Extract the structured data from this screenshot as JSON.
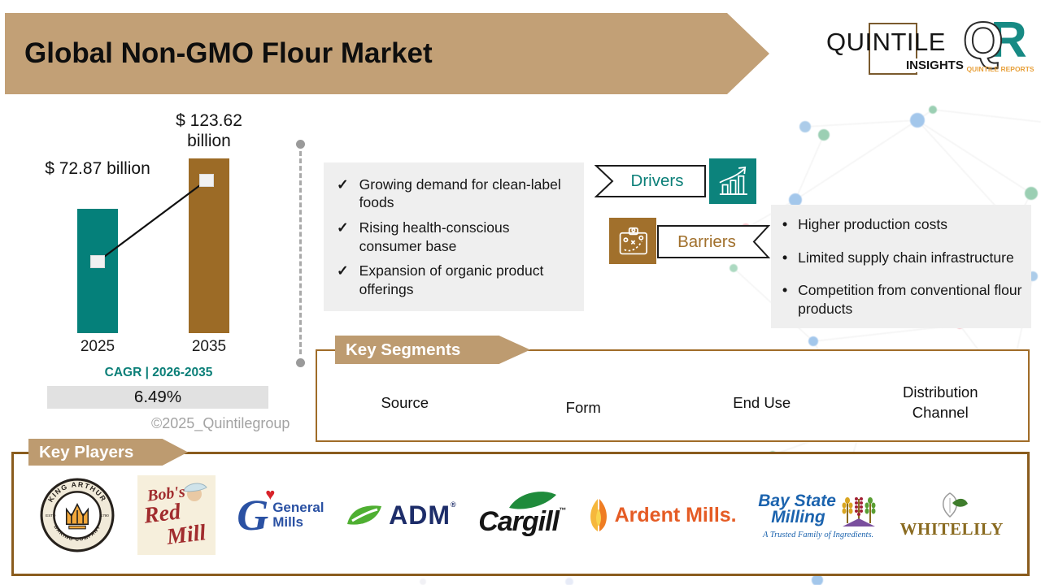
{
  "header": {
    "title": "Global Non-GMO Flour Market"
  },
  "brand": {
    "wordmark": "QUINTILE",
    "wordmark_sub": "INSIGHTS",
    "monogram_q": "Q",
    "monogram_r": "R",
    "monogram_caption": "QUINTILE REPORTS"
  },
  "chart_data": {
    "type": "bar",
    "title": "",
    "categories": [
      "2025",
      "2035"
    ],
    "values": [
      72.87,
      123.62
    ],
    "unit": "USD billion",
    "value_labels": [
      "$ 72.87 billion",
      "$ 123.62 billion"
    ],
    "bar_colors": [
      "#05807a",
      "#9c6b26"
    ],
    "trend_line": true,
    "cagr": {
      "label": "CAGR | 2026-2035",
      "value": "6.49%"
    }
  },
  "watermark": "©2025_Quintilegroup",
  "glyphs": {
    "check": "✓",
    "bullet": "•",
    "heart": "♥",
    "reg": "®",
    "tm": "™"
  },
  "drivers": {
    "title": "Drivers",
    "items": [
      "Growing demand for clean-label foods",
      "Rising health-conscious consumer base",
      "Expansion of organic product offerings"
    ]
  },
  "barriers": {
    "title": "Barriers",
    "items": [
      "Higher production costs",
      "Limited supply chain infrastructure",
      "Competition from conventional flour products"
    ]
  },
  "segments": {
    "title": "Key Segments",
    "columns": [
      "Source",
      "Form",
      "End Use",
      "Distribution Channel"
    ]
  },
  "players": {
    "title": "Key Players",
    "companies": [
      {
        "name": "King Arthur Baking Company",
        "arc_top": "KING ARTHUR",
        "arc_bottom": "BAKING COMPANY",
        "estd": "ESTD",
        "year": "1790"
      },
      {
        "name": "Bob's Red Mill",
        "line1": "Bob's",
        "line2": "Red",
        "line3": "Mill"
      },
      {
        "name": "General Mills",
        "monogram": "G",
        "line1": "General",
        "line2": "Mills"
      },
      {
        "name": "ADM",
        "text": "ADM"
      },
      {
        "name": "Cargill",
        "text": "Cargill"
      },
      {
        "name": "Ardent Mills",
        "text": "Ardent Mills."
      },
      {
        "name": "Bay State Milling",
        "line1": "Bay State",
        "line2": "Milling",
        "tagline": "A Trusted Family of Ingredients."
      },
      {
        "name": "White Lily",
        "text": "WHITELILY"
      }
    ]
  },
  "colors": {
    "header_tan": "#c2a076",
    "banner_tan": "#bd9b70",
    "teal": "#05807a",
    "bar_brown": "#9c6b26",
    "box_border": "#a06c28",
    "panel_gray": "#efefef"
  }
}
